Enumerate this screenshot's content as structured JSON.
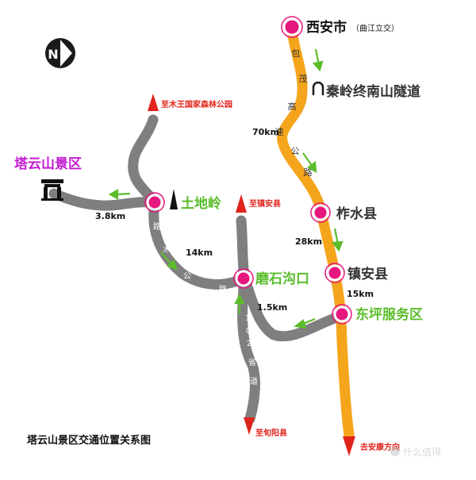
{
  "compass": {
    "label": "N",
    "icon": "north-compass-icon"
  },
  "highway": {
    "name_chars": [
      "包",
      "茂",
      "高",
      "速",
      "公",
      "路"
    ],
    "color": "#f5a51c"
  },
  "roads": {
    "main_color": "#7f7f7f",
    "route_chars": [
      "路",
      "木",
      "公",
      "路"
    ],
    "prov_chars": [
      "1",
      "0",
      "2",
      "省",
      "道"
    ]
  },
  "places": {
    "xian": {
      "name": "西安市",
      "note": "（曲江立交）"
    },
    "tunnel": {
      "name": "秦岭终南山隧道",
      "icon": "tunnel-icon"
    },
    "zhashui": {
      "name": "柞水县"
    },
    "zhenan": {
      "name": "镇安县"
    },
    "dongping": {
      "name": "东坪服务区"
    },
    "moshigoukou": {
      "name": "磨石沟口"
    },
    "tudiling": {
      "name": "土地岭",
      "icon": "mountain-icon"
    },
    "scenic": {
      "name": "塔云山景区",
      "icon": "gate-icon"
    }
  },
  "destinations": {
    "mwg_forest": "至木王国家森林公园",
    "to_zhenan": "至镇安县",
    "to_xunyang": "至旬阳县",
    "to_ankang": "去安康方向"
  },
  "distances": {
    "xian_zhashui": "70km",
    "zhashui_zhenan": "28km",
    "zhenan_dongping": "15km",
    "dongping_moshi": "1.5km",
    "moshi_tudiling": "14km",
    "tudiling_scenic": "3.8km"
  },
  "colors": {
    "accent_green": "#5bbd2b",
    "scenic_purple": "#c21ad0",
    "dest_red": "#e0241b",
    "dot_pink": "#e6177e",
    "highway": "#f5a51c",
    "road": "#7f7f7f"
  },
  "caption": "塔云山景区交通位置关系图",
  "watermark": "什么值得"
}
